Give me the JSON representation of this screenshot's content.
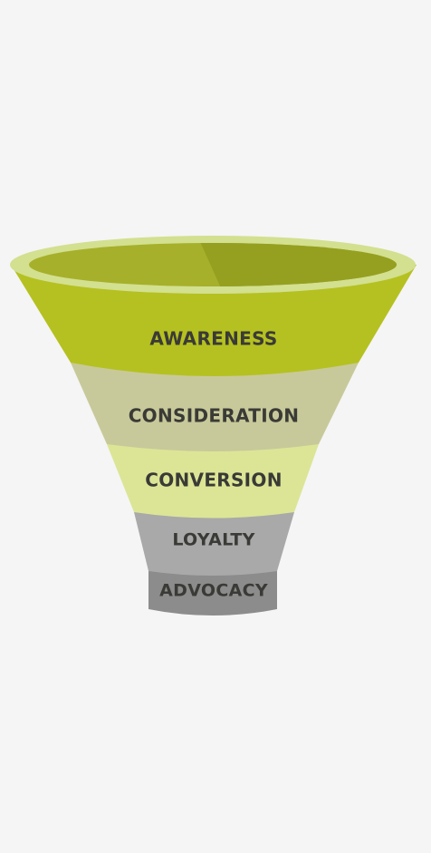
{
  "funnel": {
    "rim": {
      "outer_color": "#d3e090",
      "inner_left_color": "#a6b02a",
      "inner_right_color": "#95a021"
    },
    "stages": [
      {
        "key": "awareness",
        "label": "AWARENESS",
        "color": "#b5c120"
      },
      {
        "key": "consideration",
        "label": "CONSIDERATION",
        "color": "#c8c99a"
      },
      {
        "key": "conversion",
        "label": "CONVERSION",
        "color": "#dce596"
      },
      {
        "key": "loyalty",
        "label": "LOYALTY",
        "color": "#a9a9a9"
      },
      {
        "key": "advocacy",
        "label": "ADVOCACY",
        "color": "#8c8c8c"
      }
    ]
  }
}
